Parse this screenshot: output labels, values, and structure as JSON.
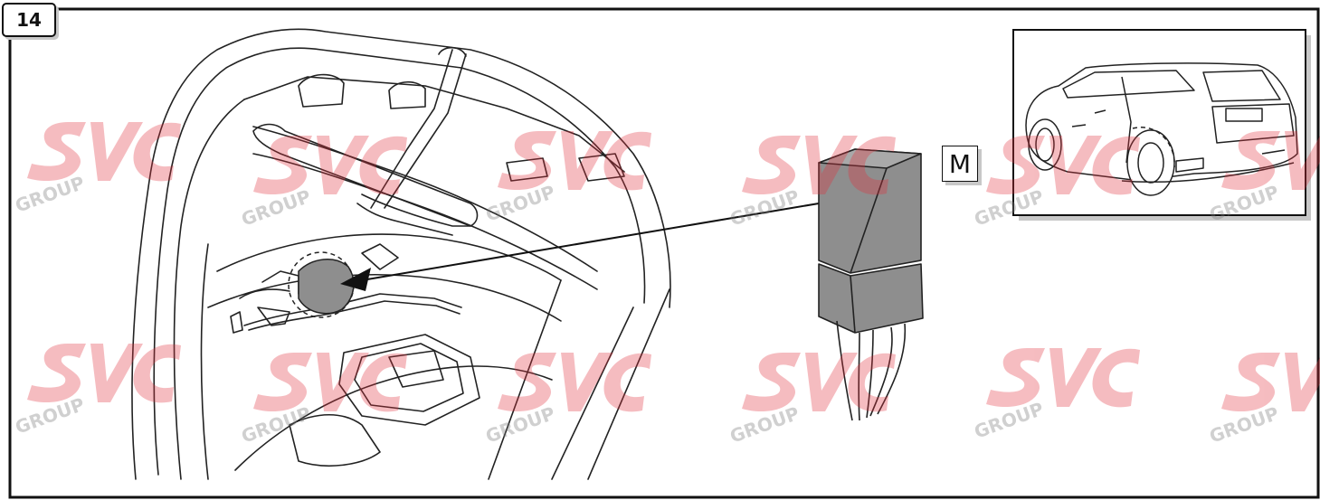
{
  "step_number": "14",
  "module_label": "M",
  "watermark": {
    "logo": "SVC",
    "sub": "GROUP",
    "color": "#e3313d"
  },
  "colors": {
    "line": "#222222",
    "module_fill": "#8e8e8e",
    "module_top": "#a9a9a9",
    "shadow": "#c8c8c8"
  },
  "icons": [
    "dashed-highlight-circle-icon",
    "pointer-arrow-icon",
    "car-rear-view-icon"
  ]
}
